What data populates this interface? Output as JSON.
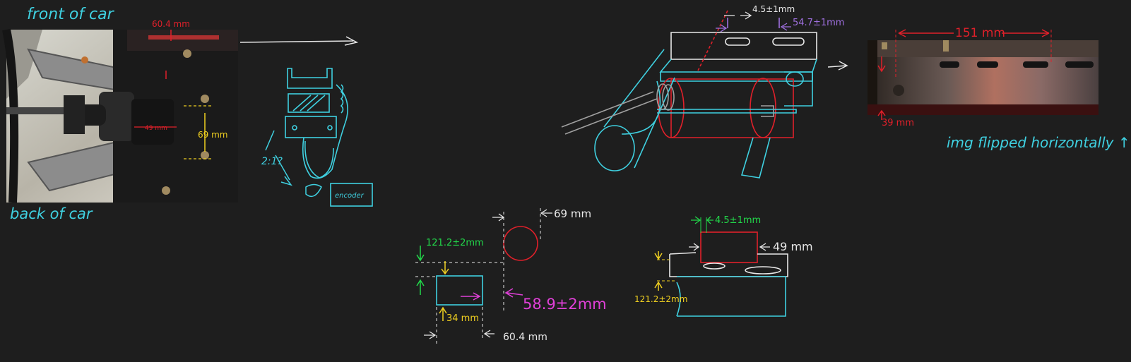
{
  "colors": {
    "background": "#1e1e1e",
    "cyan": "#3fd0e0",
    "red": "#e0202a",
    "yellow": "#f0d020",
    "green": "#22d84a",
    "magenta": "#e040d8",
    "purple": "#a070e0",
    "white": "#e8e8e8",
    "gray": "#a0a0a0"
  },
  "labels": {
    "front_of_car": "front of car",
    "back_of_car": "back of car",
    "img_flipped": "img flipped horizontally ↑",
    "ratio": "2:1?",
    "encoder": "encoder"
  },
  "photo_left": {
    "dim_top": "60.4 mm",
    "dim_mid": "49 mm",
    "dim_yellow": "69 mm"
  },
  "photo_right": {
    "dim_top": "151 mm",
    "dim_left": "39 mm"
  },
  "sketch_3d": {
    "dim_a": "4.5±1mm",
    "dim_b": "54.7±1mm"
  },
  "side_view": {
    "dim_height": "121.2±2mm",
    "dim_circle": "69 mm",
    "dim_rect_h": "34 mm",
    "dim_rect_w": "58.9±2mm",
    "dim_bottom": "60.4 mm"
  },
  "front_view": {
    "dim_gap": "4.5±1mm",
    "dim_motor": "49 mm",
    "dim_height": "121.2±2mm"
  }
}
